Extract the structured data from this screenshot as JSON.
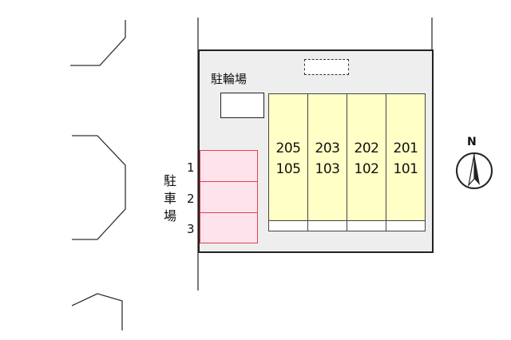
{
  "site_map": {
    "bicycle_parking_label": "駐輪場",
    "parking_label": "駐車場",
    "parking_stall_numbers": [
      "1",
      "2",
      "3"
    ],
    "units": [
      {
        "upper": "205",
        "lower": "105"
      },
      {
        "upper": "203",
        "lower": "103"
      },
      {
        "upper": "202",
        "lower": "102"
      },
      {
        "upper": "201",
        "lower": "101"
      }
    ],
    "compass_label": "N",
    "colors": {
      "building_fill": "#ffffc6",
      "parking_fill": "#ffe3ec",
      "parking_border": "#e0404f",
      "lot_fill": "#eeeeee"
    }
  }
}
